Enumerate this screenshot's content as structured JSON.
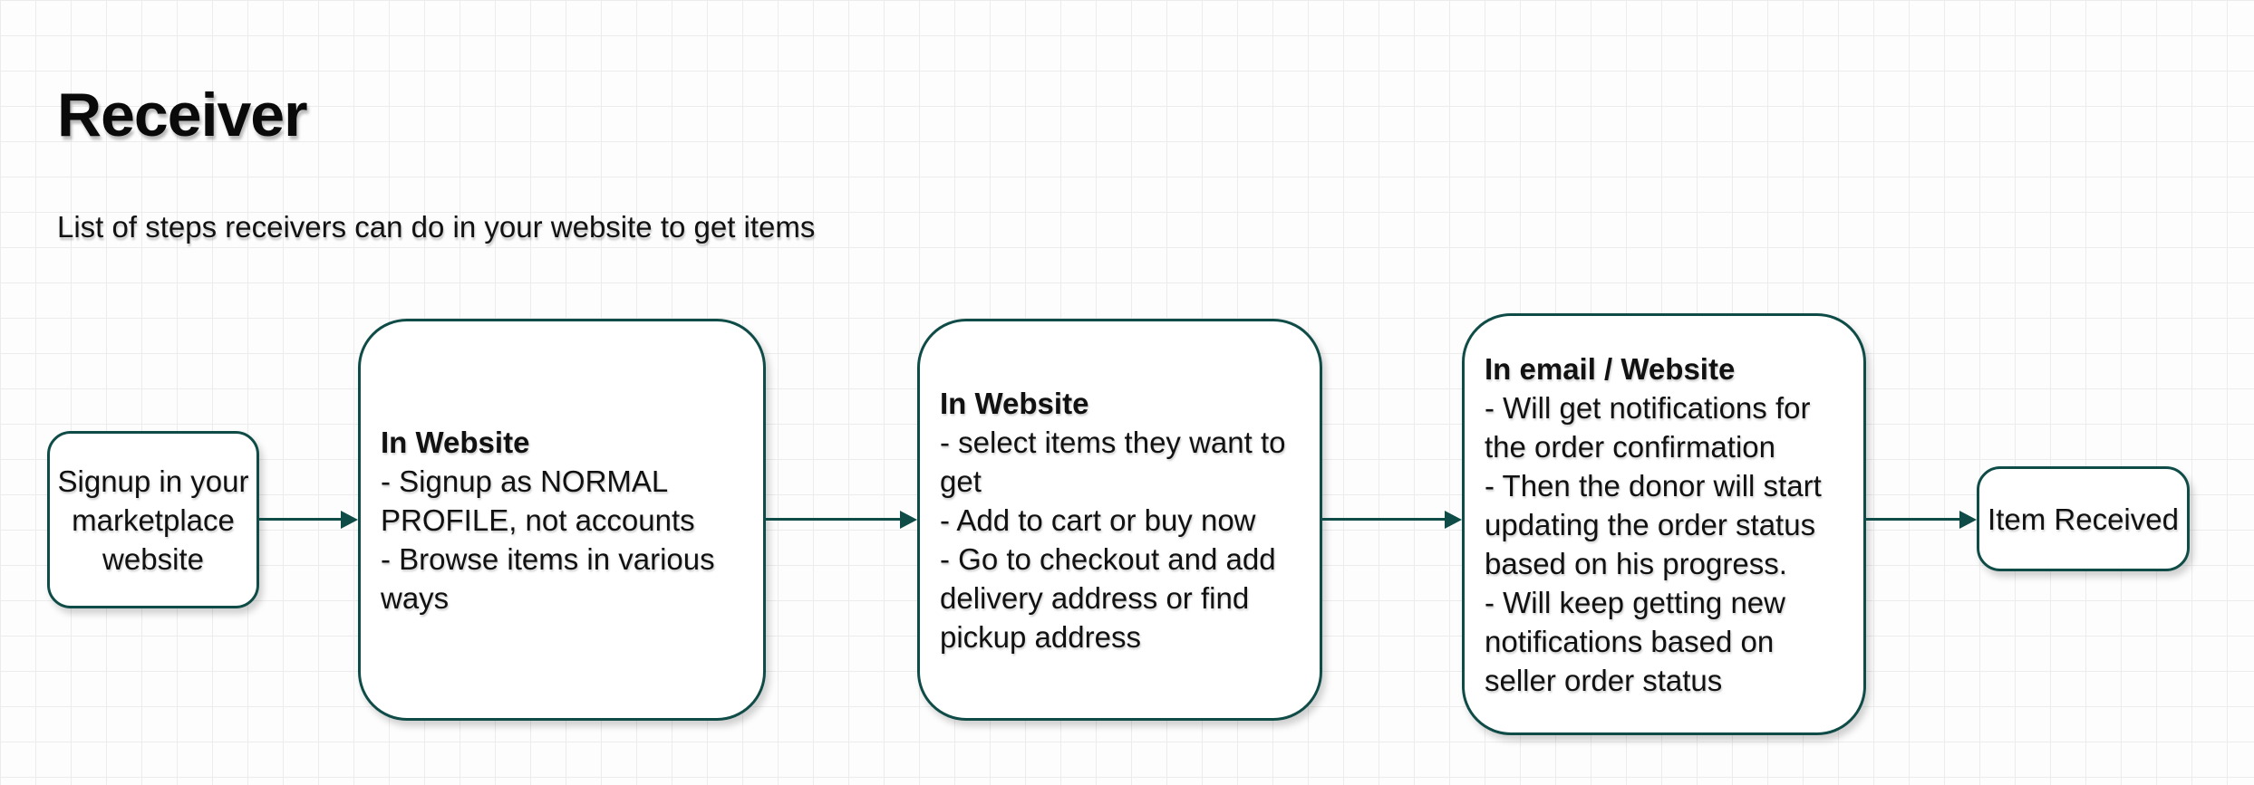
{
  "page": {
    "title": "Receiver",
    "subtitle": "List of steps receivers can do in your website to get items"
  },
  "colors": {
    "stroke": "#0f4c47",
    "canvas": "#fdfdfd",
    "grid": "#ececec",
    "node_fill": "#ffffff",
    "text": "#111111"
  },
  "flow": {
    "nodes": [
      {
        "id": "start",
        "shape": "rounded-rectangle",
        "text": "Signup in your marketplace website"
      },
      {
        "id": "browse",
        "shape": "rounded-rectangle",
        "heading": "In Website",
        "bullets": [
          "- Signup as NORMAL PROFILE, not accounts",
          "- Browse items in various ways"
        ]
      },
      {
        "id": "select",
        "shape": "rounded-rectangle",
        "heading": "In Website",
        "bullets": [
          "- select items they want to get",
          "- Add to cart or buy now",
          "- Go to checkout and add delivery address or find pickup address"
        ]
      },
      {
        "id": "notifications",
        "shape": "rounded-rectangle",
        "heading": "In email / Website",
        "bullets": [
          "- Will get notifications for the order confirmation",
          "- Then the donor will start updating the order status based on his progress.",
          "- Will keep getting new notifications based on seller order status"
        ]
      },
      {
        "id": "end",
        "shape": "rounded-rectangle",
        "text": "Item Received"
      }
    ],
    "connectors": [
      {
        "from": "start",
        "to": "browse",
        "direction": "right"
      },
      {
        "from": "browse",
        "to": "select",
        "direction": "right"
      },
      {
        "from": "select",
        "to": "notifications",
        "direction": "right"
      },
      {
        "from": "notifications",
        "to": "end",
        "direction": "right"
      }
    ]
  }
}
